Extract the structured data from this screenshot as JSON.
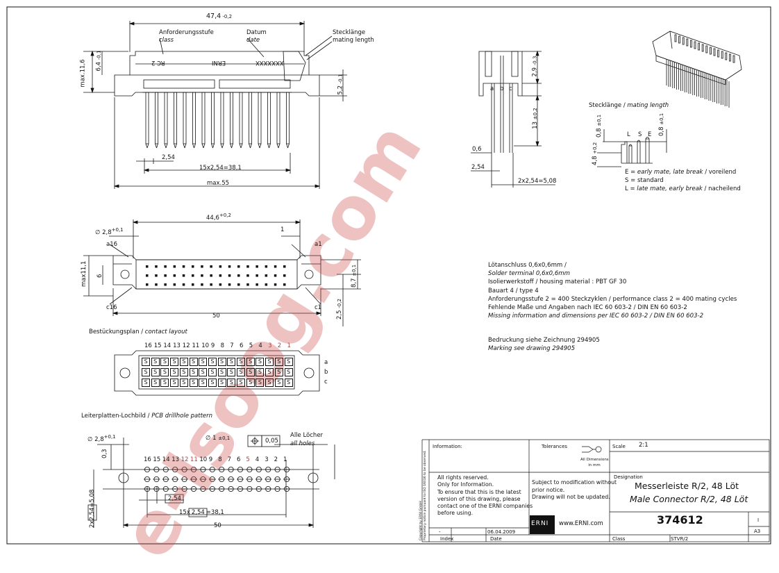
{
  "watermark": {
    "text": "e-Isoog.com",
    "color": "#cd4646"
  },
  "top_view": {
    "overall_width": "47,4",
    "overall_width_tol": "-0,2",
    "label_class_de": "Anforderungsstufe",
    "label_class_en": "class",
    "label_date_de": "Datum",
    "label_date_en": "date",
    "label_mating_de": "Stecklänge",
    "label_mating_en": "mating length",
    "body_text_rc": "RC 2",
    "body_text_erni": "ERNI",
    "body_text_date": "XXXXXXX",
    "max_height": "max.11,6",
    "dim_6_4": "6,4",
    "dim_6_4_tol": "-0,1",
    "dim_5_2": "5,2",
    "dim_5_2_tol": "-0,1",
    "pitch": "2,54",
    "pitch_total": "15x2,54=38,1",
    "max_length": "max.55"
  },
  "side_view": {
    "rows": [
      "a",
      "b",
      "c"
    ],
    "dim_2_9": "2,9",
    "dim_2_9_tol": "-0,3",
    "dim_13": "13",
    "dim_13_tol": "±0,2",
    "dim_0_6": "0,6",
    "dim_2_54": "2,54",
    "dim_row": "2x2,54=5,08"
  },
  "mating_length": {
    "title_de": "Stecklänge /",
    "title_en": "mating length",
    "letters": [
      "L",
      "S",
      "E"
    ],
    "dim_0_8_a": "0,8",
    "dim_0_8_a_tol": "±0,1",
    "dim_0_8_b": "0,8",
    "dim_0_8_b_tol": "±0,1",
    "dim_4_8": "4,8",
    "dim_4_8_tol": "+0,2",
    "legend": [
      {
        "key": "E =",
        "en": "early mate, late break",
        "de": "/ voreilend"
      },
      {
        "key": "S =",
        "en": "",
        "de": "standard"
      },
      {
        "key": "L =",
        "en": "late mate, early break",
        "de": "/ nacheilend"
      }
    ]
  },
  "front_view": {
    "dim_44_6": "44,6",
    "dim_44_6_tol": "+0,2",
    "dia_2_8": "2,8",
    "dia_2_8_tol": "+0,1",
    "dim_1": "1",
    "a16": "a16",
    "a1": "a1",
    "c16": "c16",
    "c1": "c1",
    "max_11_1": "max11,1",
    "dim_6": "6",
    "dim_8_7": "8,7",
    "dim_8_7_tol": "±0,1",
    "dim_2_5": "2,5",
    "dim_2_5_tol": "-0,2",
    "dim_50": "50"
  },
  "notes": [
    {
      "text": "Lötanschluss 0,6x0,6mm /",
      "italic": false
    },
    {
      "text": "Solder terminal 0,6x0,6mm",
      "italic": true
    },
    {
      "text": "Isolierwerkstoff / housing material : PBT GF 30",
      "italic": false
    },
    {
      "text": "Bauart 4 / type 4",
      "italic": false
    },
    {
      "text": "Anforderungsstufe 2 = 400 Steckzyklen / performance class 2 = 400 mating cycles",
      "italic": false
    },
    {
      "text": "Fehlende Maße und Angaben nach IEC 60 603-2 / DIN EN 60 603-2",
      "italic": false
    },
    {
      "text": "Missing information and dimensions per IEC 60 603-2 / DIN EN 60 603-2",
      "italic": true
    }
  ],
  "marking_notes": [
    {
      "text": "Bedruckung siehe Zeichnung 294905",
      "italic": false
    },
    {
      "text": "Marking see drawing 294905",
      "italic": true
    }
  ],
  "contact_layout": {
    "title_de": "Bestückungsplan /",
    "title_en": "contact layout",
    "columns": [
      "16",
      "15",
      "14",
      "13",
      "12",
      "11",
      "10",
      "9",
      "8",
      "7",
      "6",
      "5",
      "4",
      "3",
      "2",
      "1"
    ],
    "rows": [
      "a",
      "b",
      "c"
    ],
    "cell": "S"
  },
  "pcb_layout": {
    "title_de": "Leiterplatten-Lochbild /",
    "title_en": "PCB drillhole pattern",
    "dia_2_8": "2,8",
    "dia_2_8_tol": "+0,1",
    "dia_1": "1",
    "dia_1_tol": "±0,1",
    "position_tol": "0,05",
    "all_holes_de": "Alle Löcher",
    "all_holes_en": "all holes",
    "dim_0_3": "0,3",
    "columns": [
      "16",
      "15",
      "14",
      "13",
      "12",
      "11",
      "10",
      "9",
      "8",
      "7",
      "6",
      "5",
      "4",
      "3",
      "2",
      "1"
    ],
    "dim_row": "2x",
    "dim_row_box": "2,54",
    "dim_row_total": "=5,08",
    "pitch": "2,54",
    "pitch_total_prefix": "15x",
    "pitch_total_box": "2,54",
    "pitch_total_suffix": "=38,1",
    "dim_50": "50"
  },
  "title_block": {
    "info_label": "Information:",
    "tolerances_label": "Tolerances",
    "all_dims": "All Dimensions",
    "in_mm": "in mm",
    "scale_label": "Scale",
    "scale_value": "2:1",
    "designation_label": "Designation",
    "designation_de": "Messerleiste R/2, 48 Löt",
    "designation_en": "Male Connector R/2, 48 Löt",
    "rights": [
      "All rights reserved.",
      "Only for Information.",
      "To ensure that this is the latest",
      "version of this drawing, please",
      "contact one of the ERNI companies",
      "before using."
    ],
    "subject": [
      "Subject to modification without",
      "prior notice.",
      "Drawing will not be updated."
    ],
    "index_value": "-",
    "date_value": "06.04.2009",
    "index_label": "Index",
    "date_label": "Date",
    "logo": "ERNI",
    "website": "www.ERNI.com",
    "part_number": "374612",
    "sheet": "I",
    "size": "A3",
    "class_label": "Class",
    "class_value": "STVR/2",
    "copyright": "Copyright by ERNI GmbH",
    "copyright2": "Proprietary notice pursuant to ISO 16016 to be observed."
  }
}
